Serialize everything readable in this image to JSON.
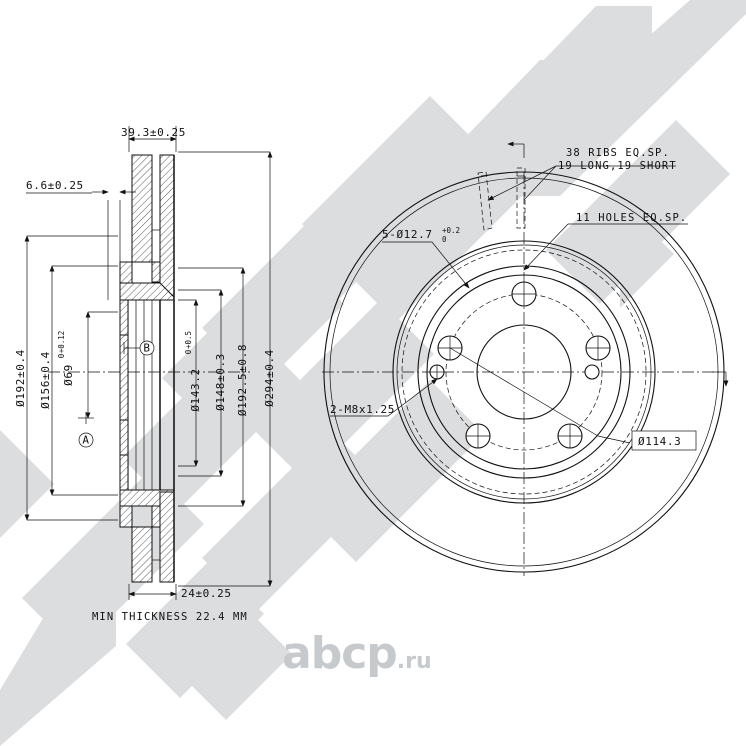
{
  "drawing": {
    "title": "Ventilated Brake Disc Engineering Drawing",
    "views": {
      "section": "cross-section-view",
      "face": "front-face-view"
    }
  },
  "dimensions": {
    "width_total": "39.3±0.25",
    "hat_offset": "6.6±0.25",
    "disc_thickness": "24±0.25",
    "min_thickness_note": "MIN THICKNESS 22.4 MM",
    "vertical": [
      {
        "id": "d192",
        "label": "Ø192±0.4"
      },
      {
        "id": "d156",
        "label": "Ø156±0.4"
      },
      {
        "id": "d69",
        "base": "Ø69",
        "tol_upper": "+0.12",
        "tol_lower": "0"
      },
      {
        "id": "d143",
        "base": "Ø143.2",
        "tol_upper": "+0.5",
        "tol_lower": "0"
      },
      {
        "id": "d148",
        "label": "Ø148±0.3"
      },
      {
        "id": "d1925",
        "label": "Ø192.5±0.8"
      },
      {
        "id": "d294",
        "label": "Ø294±0.4"
      }
    ]
  },
  "datums": [
    {
      "id": "datum-a",
      "label": "A"
    },
    {
      "id": "datum-b",
      "label": "B"
    }
  ],
  "annotations": {
    "ribs_line1": "38 RIBS EQ.SP.",
    "ribs_line2": "19 LONG,19 SHORT",
    "holes": "11 HOLES EQ.SP.",
    "hole_spec_prefix": "5-Ø12.7",
    "hole_spec_tol_upper": "+0.2",
    "hole_spec_tol_lower": "0",
    "thread_spec": "2-M8x1.25",
    "bolt_circle": "Ø114.3"
  },
  "watermarks": {
    "brand_logo": "zekkert-chevron-mark",
    "site": "abcp",
    "site_tld": ".ru"
  },
  "colors": {
    "line": "#111111",
    "watermark": "#dcdddf",
    "site_watermark": "#c6cacd",
    "background": "#ffffff"
  }
}
